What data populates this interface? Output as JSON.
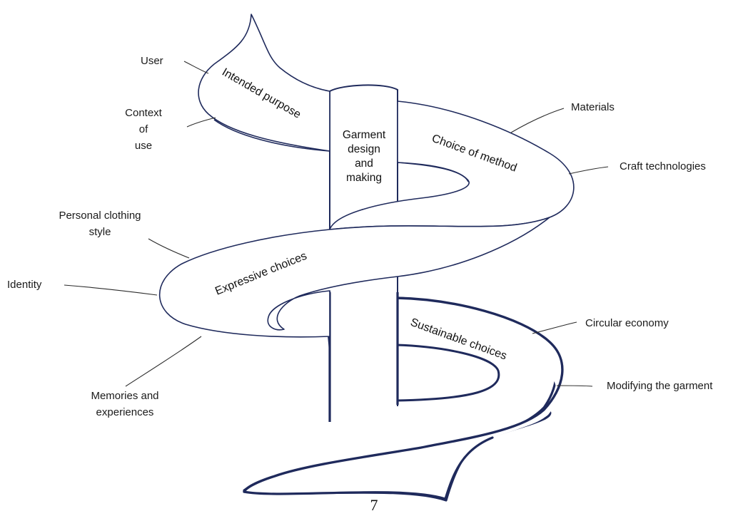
{
  "colors": {
    "outline": "#1f2a5c",
    "text": "#111111",
    "leader": "#2b2b2b",
    "background": "#ffffff"
  },
  "center": {
    "lines": [
      "Garment",
      "design",
      "and",
      "making"
    ]
  },
  "bands": {
    "intended": "Intended purpose",
    "method": "Choice of method",
    "expressive": "Expressive choices",
    "sustainable": "Sustainable choices"
  },
  "labels": {
    "user": "User",
    "context": [
      "Context",
      "of",
      "use"
    ],
    "materials": "Materials",
    "craft": "Craft technologies",
    "personal_style": [
      "Personal clothing",
      "style"
    ],
    "identity": "Identity",
    "memories": [
      "Memories and",
      "experiences"
    ],
    "circular": "Circular economy",
    "modifying": "Modifying the garment"
  },
  "page_number": "7"
}
